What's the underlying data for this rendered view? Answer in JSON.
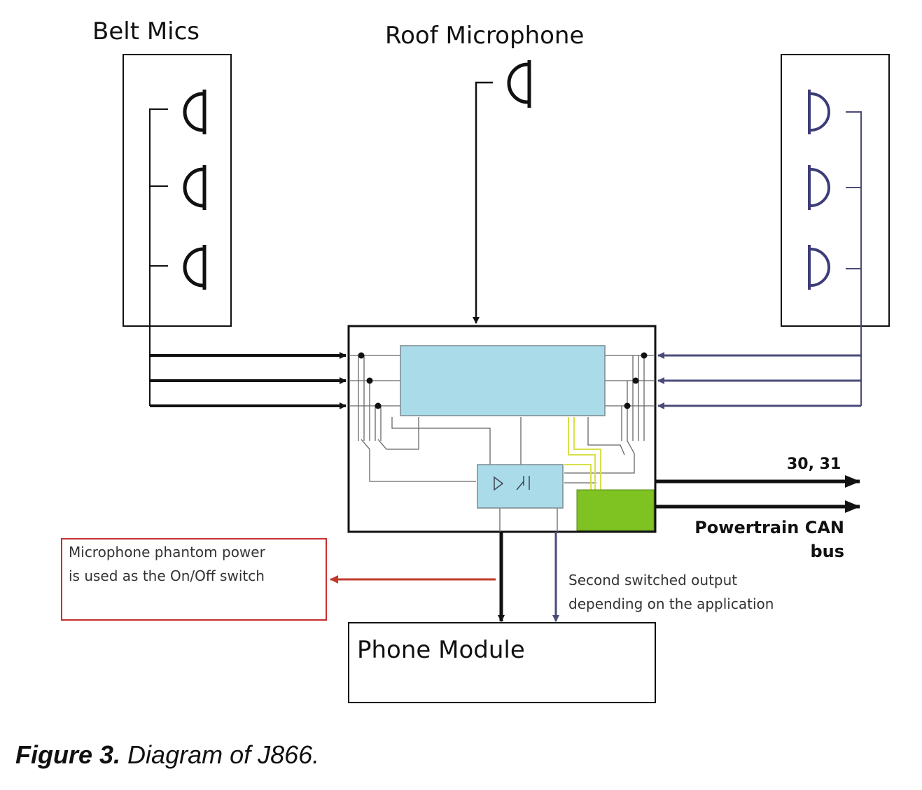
{
  "diagram": {
    "belt_mics_label": "Belt Mics",
    "roof_mic_label": "Roof Microphone",
    "output_label_power": "30, 31",
    "output_label_can_line1": "Powertrain CAN",
    "output_label_can_line2": "bus",
    "phantom_note_line1": "Microphone phantom power",
    "phantom_note_line2": "is used as the On/Off switch",
    "second_output_line1": "Second switched output",
    "second_output_line2": "depending on the application",
    "phone_module_label": "Phone Module",
    "colors": {
      "wire": "#111111",
      "right_wire": "#4a4a7a",
      "dsp_block": "#a9dbe8",
      "can_block": "#7ec322",
      "note_border": "#c53030",
      "note_arrow": "#c0392b",
      "yellow_trace": "#d8e04a"
    }
  },
  "caption": {
    "number": "Figure 3.",
    "text": "Diagram of J866."
  }
}
